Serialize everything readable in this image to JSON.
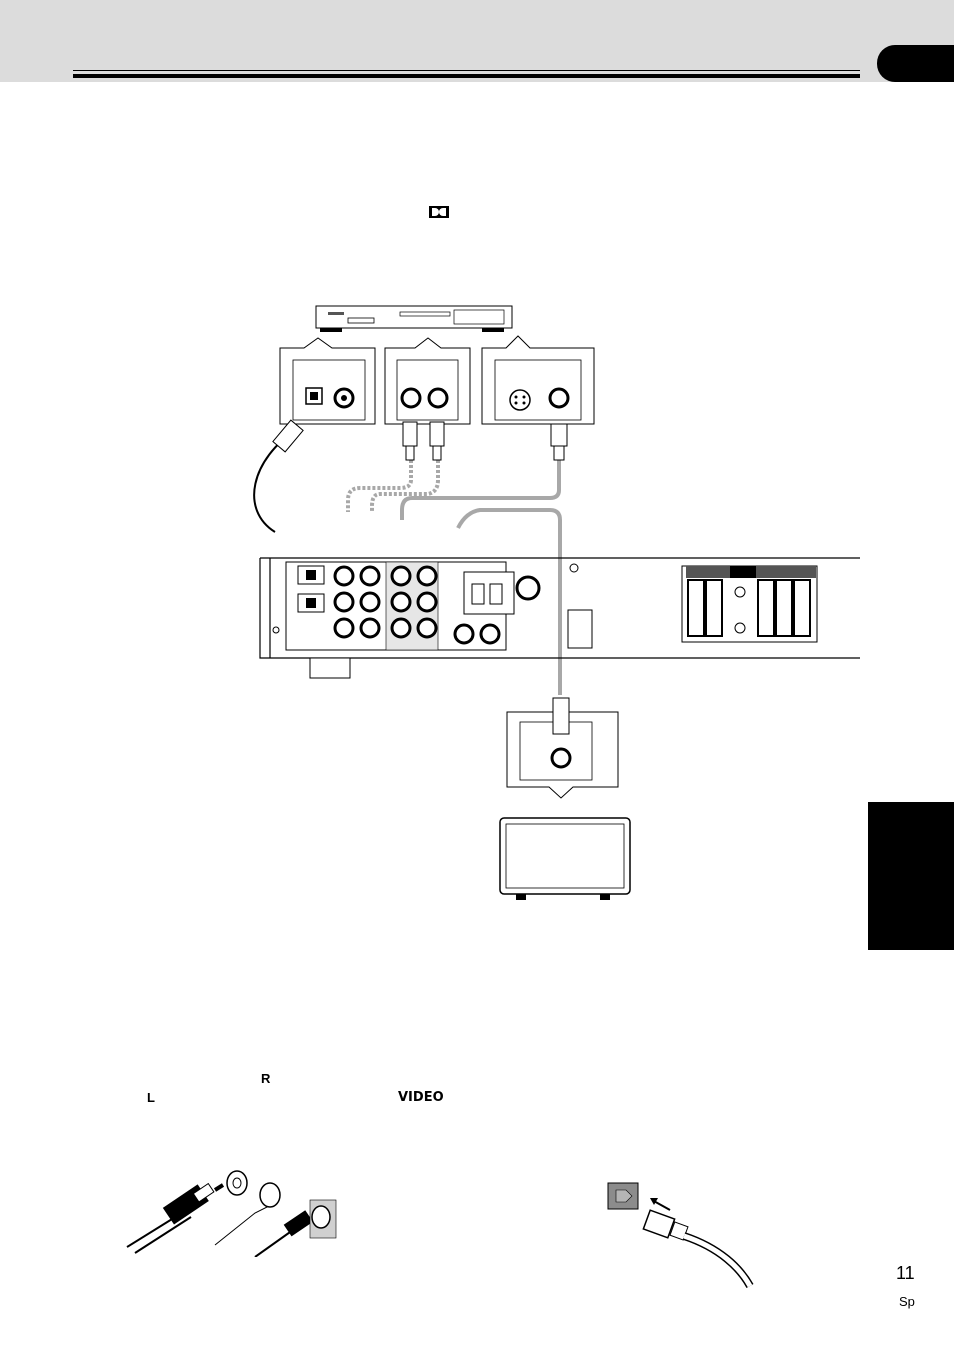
{
  "labels": {
    "r": "R",
    "l": "L",
    "video": "VIDEO"
  },
  "footer": {
    "page_number": "11",
    "language_code": "Sp"
  },
  "icons": {
    "dolby": "dolby-double-d-icon",
    "rca_plug": "rca-plug-icon",
    "optical_plug": "optical-plug-icon"
  },
  "colors": {
    "header_band": "#dcdcdc",
    "tab": "#000000",
    "cable_gray": "#a8a8a8"
  }
}
